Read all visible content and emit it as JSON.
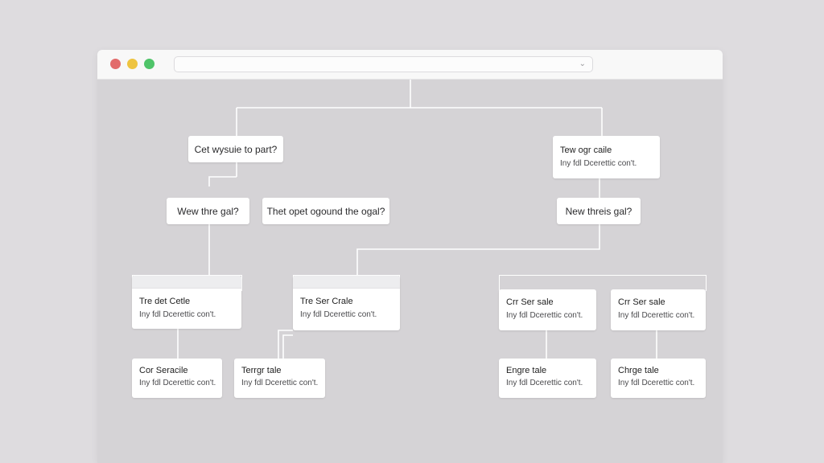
{
  "window": {
    "address_bar": {
      "value": "",
      "icon": "chevron-icon"
    },
    "controls": [
      "close",
      "minimize",
      "maximize"
    ]
  },
  "flowchart": {
    "nodes": {
      "q_left": {
        "title": "Cet wysuie to part?"
      },
      "q_right": {
        "title": "Tew ogr caile",
        "subtitle": "Iny fdl Dcerettic con't."
      },
      "q_mid1": {
        "title": "Wew thre gal?"
      },
      "q_mid2": {
        "title": "Thet opet ogound the ogal?"
      },
      "q_mid3": {
        "title": "New threis gal?"
      },
      "card_a": {
        "title": "Tre det Cetle",
        "subtitle": "Iny fdl Dcerettic con't."
      },
      "card_b": {
        "title": "Tre Ser Crale",
        "subtitle": "Iny fdl Dcerettic con't."
      },
      "card_c": {
        "title": "Crr Ser sale",
        "subtitle": "Iny fdl Dcerettic con't."
      },
      "card_d": {
        "title": "Crr Ser sale",
        "subtitle": "Iny fdl Dcerettic con't."
      },
      "card_e": {
        "title": "Cor Seracile",
        "subtitle": "Iny fdl Dcerettic con't."
      },
      "card_f": {
        "title": "Terrgr tale",
        "subtitle": "Iny fdl Dcerettic con't."
      },
      "card_g": {
        "title": "Engre tale",
        "subtitle": "Iny fdl Dcerettic con't."
      },
      "card_h": {
        "title": "Chrge tale",
        "subtitle": "Iny fdl Dcerettic con't."
      }
    }
  },
  "colors": {
    "background": "#dedcdf",
    "canvas": "#d5d3d6",
    "titlebar": "#f8f8f8",
    "close": "#e26b6b",
    "minimize": "#eec440",
    "maximize": "#4fc469",
    "connector": "#ffffff"
  }
}
